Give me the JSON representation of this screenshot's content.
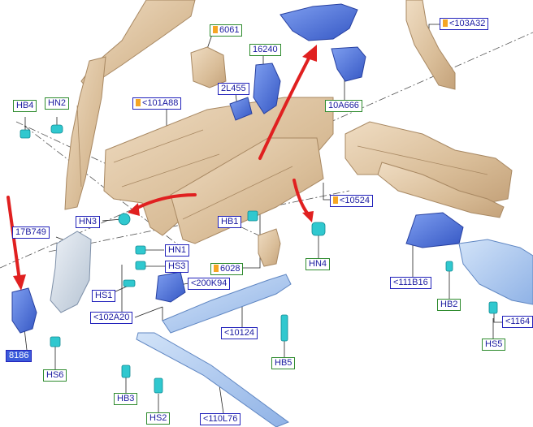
{
  "colors": {
    "steel_tan": "#ddc3a0",
    "steel_edge": "#a88862",
    "blue_part": "#4a72d8",
    "light_blue_part": "#a9c6ee",
    "fastener_cyan": "#30c8cf",
    "arrow_red": "#e02020",
    "callout_green": "#2e8b2e",
    "callout_blue": "#2222bb",
    "flag_orange": "#f5a623"
  },
  "callouts": {
    "hb4": "HB4",
    "hn2": "HN2",
    "c6061": "6061",
    "c16240": "16240",
    "c2l455": "2L455",
    "c101a88": "<101A88",
    "c103a32": "<103A32",
    "c10a666": "10A666",
    "c10524": "<10524",
    "hn3": "HN3",
    "hb1": "HB1",
    "c17b749": "17B749",
    "hn1": "HN1",
    "hs3": "HS3",
    "c6028": "6028",
    "hn4": "HN4",
    "c200k94": "<200K94",
    "hs1": "HS1",
    "c102a20": "<102A20",
    "c10124": "<10124",
    "c111b16": "<111B16",
    "hb2": "HB2",
    "c1164": "<1164",
    "hs5": "HS5",
    "hb5": "HB5",
    "c8186": "8186",
    "hs6": "HS6",
    "hb3": "HB3",
    "hs2": "HS2",
    "c110l76": "<110L76"
  }
}
